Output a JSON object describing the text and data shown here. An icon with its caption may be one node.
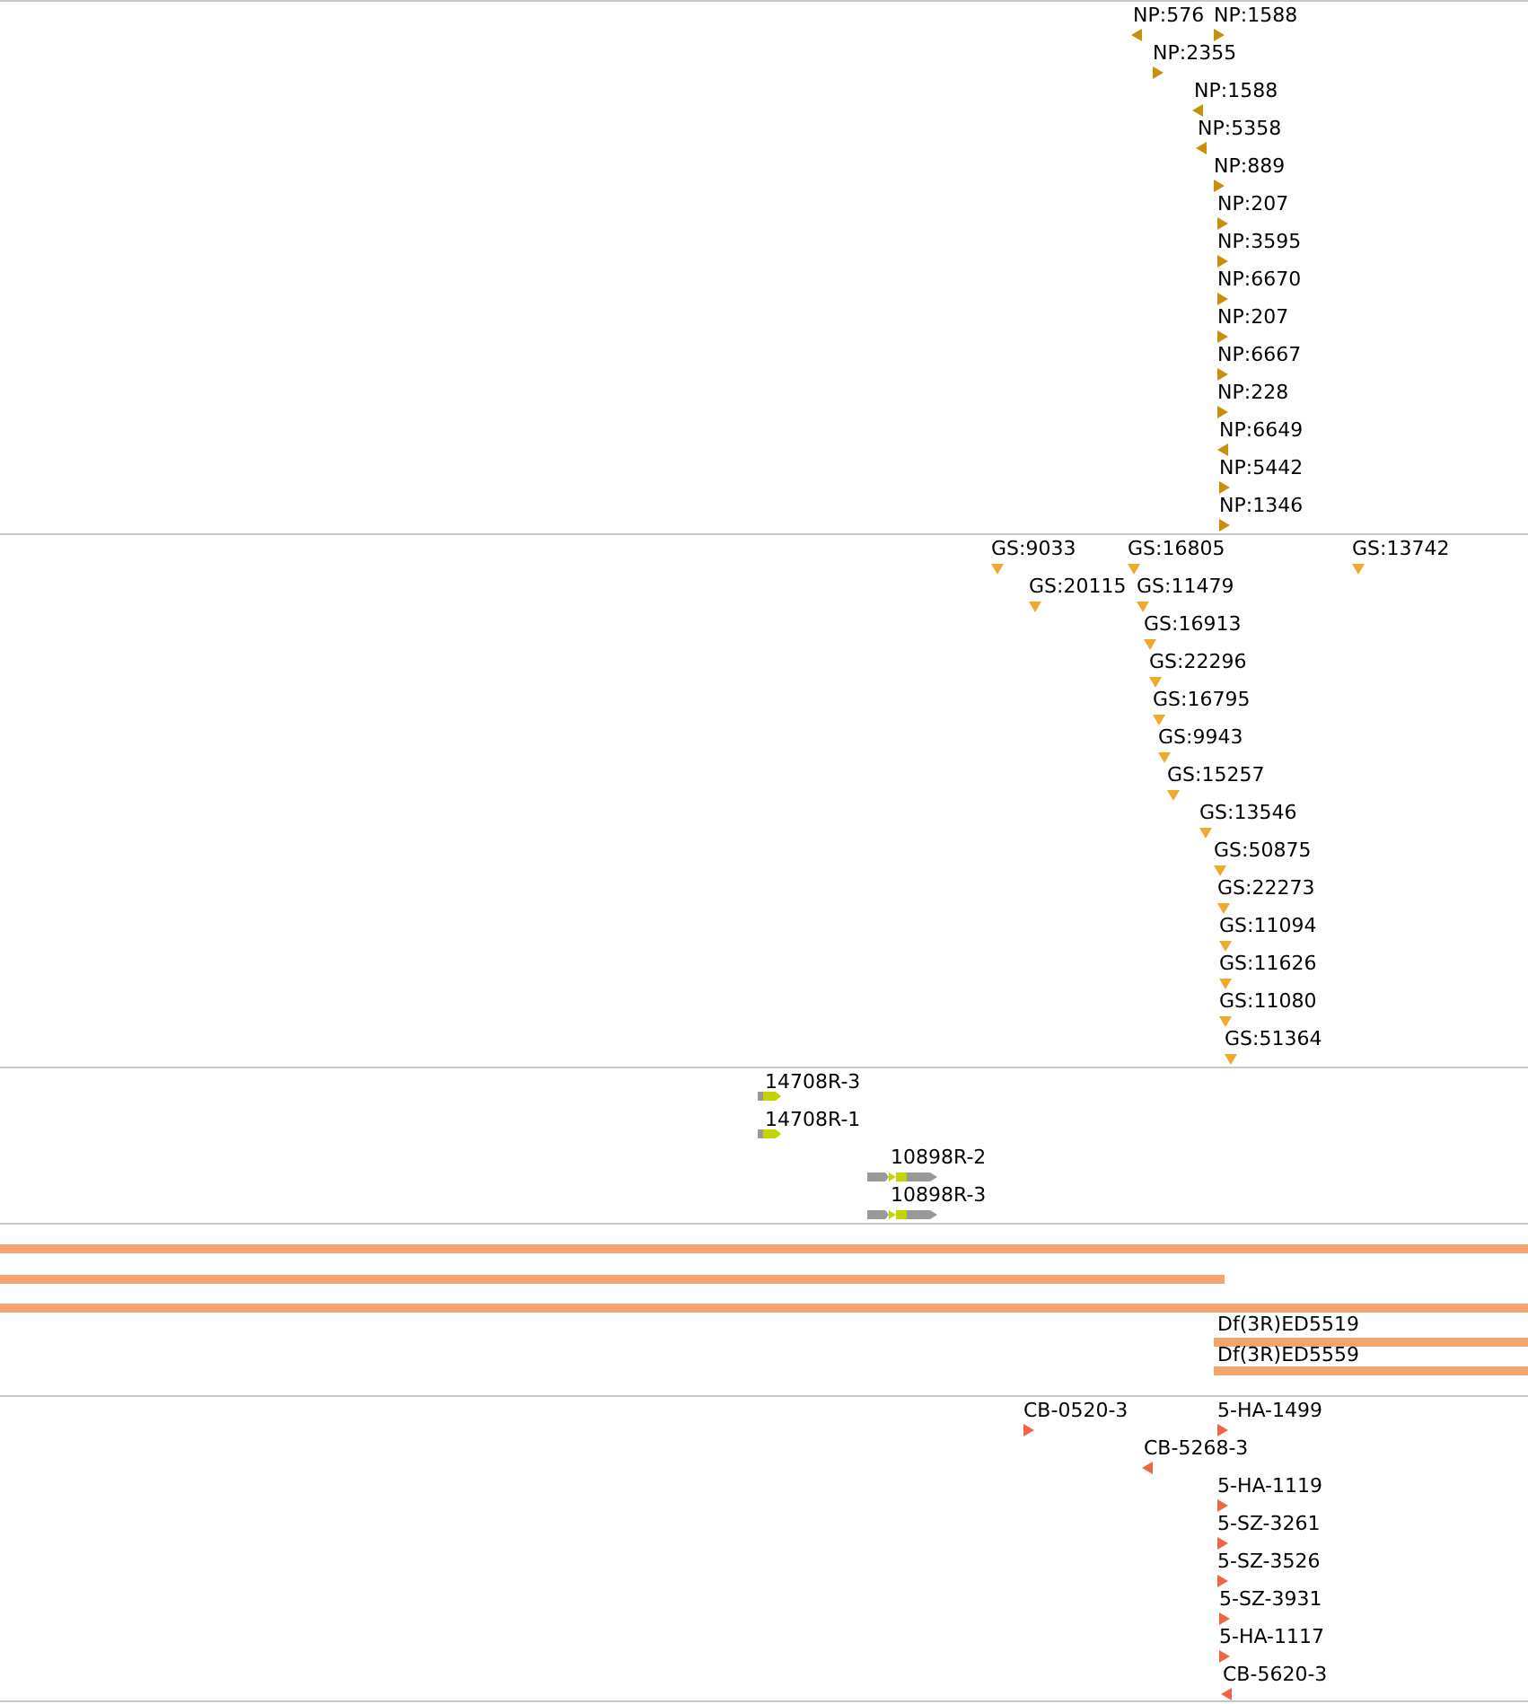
{
  "diagram": {
    "labels": [
      "NP:576",
      "NP:1588",
      "NP:2355",
      "NP:1588",
      "NP:5358",
      "NP:889",
      "NP:207",
      "NP:3595",
      "NP:6670",
      "NP:207",
      "NP:6667",
      "NP:228",
      "NP:6649",
      "NP:5442",
      "NP:1346",
      "GS:9033",
      "GS:16805",
      "GS:13742",
      "GS:20115",
      "GS:11479",
      "GS:16913",
      "GS:22296",
      "GS:16795",
      "GS:9943",
      "GS:15257",
      "GS:13546",
      "GS:50875",
      "GS:22273",
      "GS:11094",
      "GS:11626",
      "GS:11080",
      "GS:51364",
      "14708R-3",
      "14708R-1",
      "10898R-2",
      "10898R-3",
      "Df(3R)ED5519",
      "Df(3R)ED5559",
      "CB-0520-3",
      "5-HA-1499",
      "CB-5268-3",
      "5-HA-1119",
      "5-SZ-3261",
      "5-SZ-3526",
      "5-SZ-3931",
      "5-HA-1117",
      "CB-5620-3"
    ]
  }
}
